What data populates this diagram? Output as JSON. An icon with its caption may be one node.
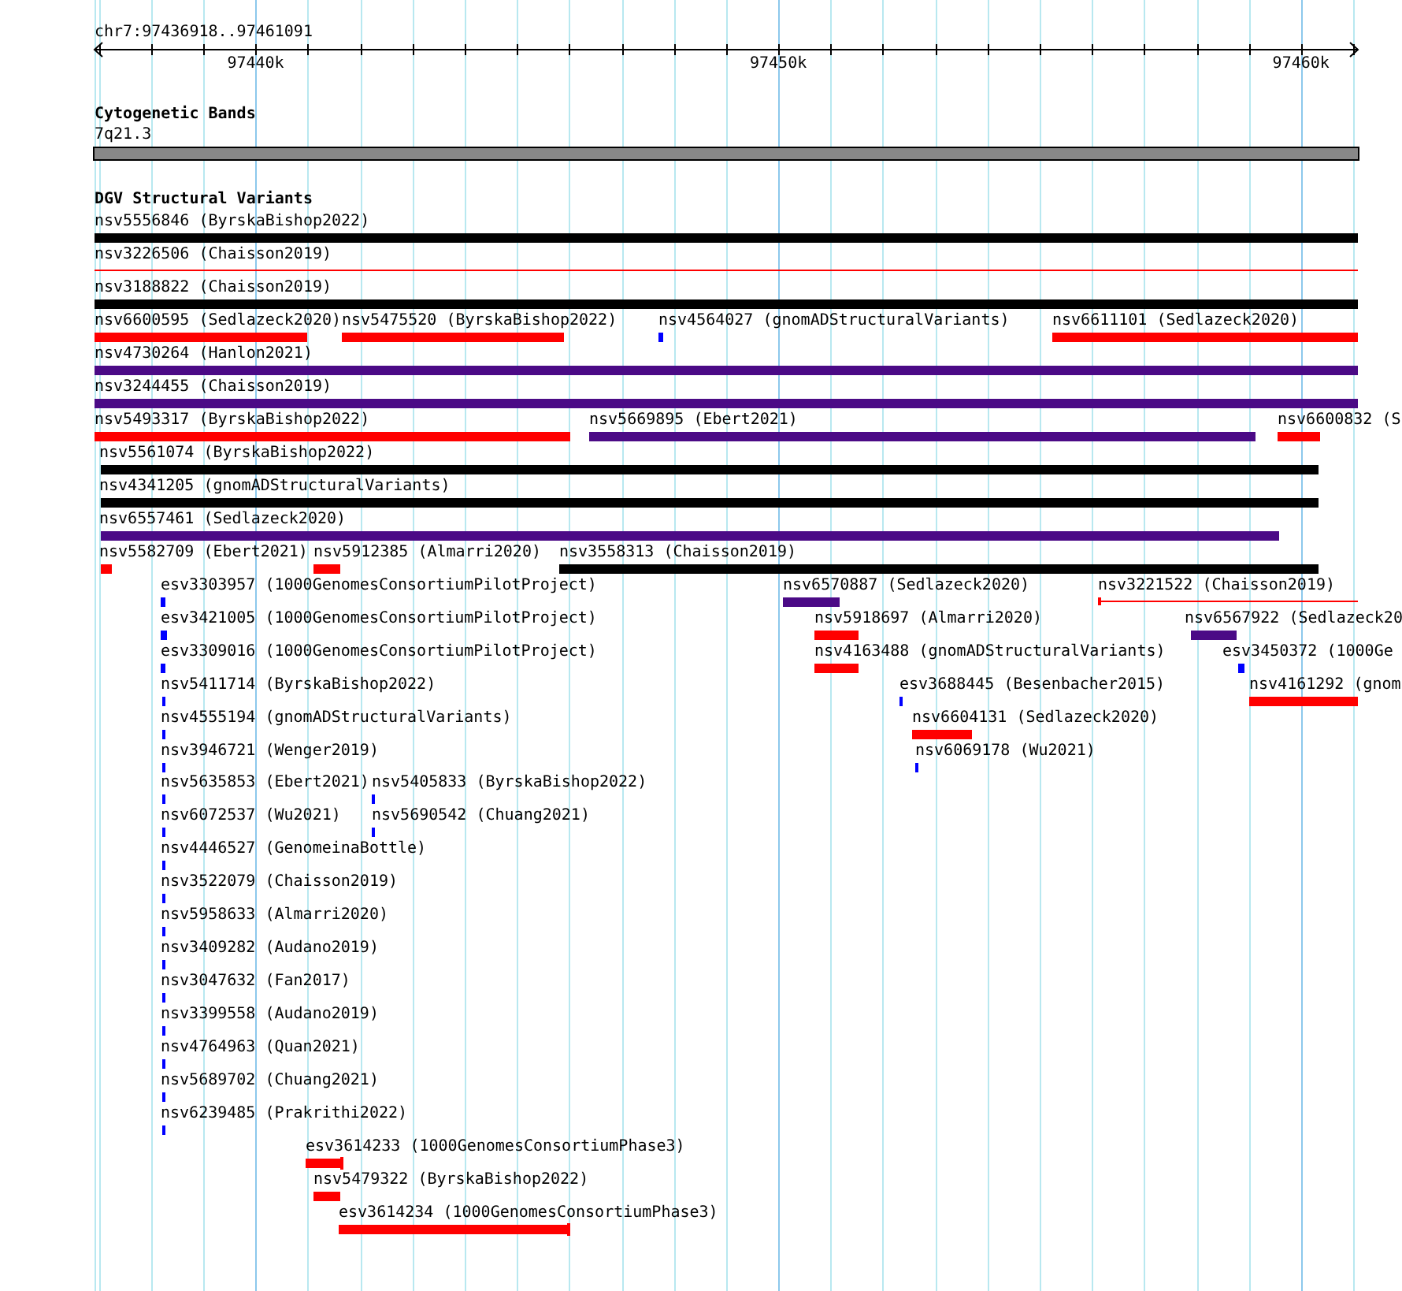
{
  "diagram": {
    "nodes": [
      {
        "text": [
          "7q21.3"
        ]
      },
      {
        "text": [
          "nsv5556846 (ByrskaBishop2022)"
        ]
      },
      {
        "text": [
          "nsv3226506 (Chaisson2019)"
        ]
      },
      {
        "text": [
          "nsv3188822 (Chaisson2019)"
        ]
      },
      {
        "text": [
          "nsv6600595 (Sedlazeck2020)"
        ]
      },
      {
        "text": [
          "nsv5475520 (ByrskaBishop2022)"
        ]
      },
      {
        "text": [
          "nsv4564027 (gnomADStructuralVariants)"
        ]
      },
      {
        "text": [
          "nsv6611101 (Sedlazeck2020)"
        ]
      },
      {
        "text": [
          "nsv4730264 (Hanlon2021)"
        ]
      },
      {
        "text": [
          "nsv3244455 (Chaisson2019)"
        ]
      },
      {
        "text": [
          "nsv5493317 (ByrskaBishop2022)"
        ]
      },
      {
        "text": [
          "nsv5669895 (Ebert2021)"
        ]
      },
      {
        "text": [
          "nsv6600832 (S"
        ]
      },
      {
        "text": [
          "nsv5561074 (ByrskaBishop2022)"
        ]
      },
      {
        "text": [
          "nsv4341205 (gnomADStructuralVariants)"
        ]
      },
      {
        "text": [
          "nsv6557461 (Sedlazeck2020)"
        ]
      },
      {
        "text": [
          "nsv5582709 (Ebert2021)"
        ]
      },
      {
        "text": [
          "nsv5912385 (Almarri2020)"
        ]
      },
      {
        "text": [
          "nsv3558313 (Chaisson2019)"
        ]
      },
      {
        "text": [
          "esv3303957 (1000GenomesConsortiumPilotProject)"
        ]
      },
      {
        "text": [
          "nsv6570887 (Sedlazeck2020)"
        ]
      },
      {
        "text": [
          "nsv3221522 (Chaisson2019)"
        ]
      },
      {
        "text": [
          "esv3421005 (1000GenomesConsortiumPilotProject)"
        ]
      },
      {
        "text": [
          "nsv5918697 (Almarri2020)"
        ]
      },
      {
        "text": [
          "nsv6567922 (Sedlazeck20"
        ]
      },
      {
        "text": [
          "esv3309016 (1000GenomesConsortiumPilotProject)"
        ]
      },
      {
        "text": [
          "nsv4163488 (gnomADStructuralVariants)"
        ]
      },
      {
        "text": [
          "esv3450372 (1000Ge"
        ]
      },
      {
        "text": [
          "nsv5411714 (ByrskaBishop2022)"
        ]
      },
      {
        "text": [
          "esv3688445 (Besenbacher2015)"
        ]
      },
      {
        "text": [
          "nsv4161292 (gnom"
        ]
      },
      {
        "text": [
          "nsv4555194 (gnomADStructuralVariants)"
        ]
      },
      {
        "text": [
          "nsv6604131 (Sedlazeck2020)"
        ]
      },
      {
        "text": [
          "nsv3946721 (Wenger2019)"
        ]
      },
      {
        "text": [
          "nsv6069178 (Wu2021)"
        ]
      },
      {
        "text": [
          "nsv5635853 (Ebert2021)"
        ]
      },
      {
        "text": [
          "nsv5405833 (ByrskaBishop2022)"
        ]
      },
      {
        "text": [
          "nsv6072537 (Wu2021)"
        ]
      },
      {
        "text": [
          "nsv5690542 (Chuang2021)"
        ]
      },
      {
        "text": [
          "nsv4446527 (GenomeinaBottle)"
        ]
      },
      {
        "text": [
          "nsv3522079 (Chaisson2019)"
        ]
      },
      {
        "text": [
          "nsv5958633 (Almarri2020)"
        ]
      },
      {
        "text": [
          "nsv3409282 (Audano2019)"
        ]
      },
      {
        "text": [
          "nsv3047632 (Fan2017)"
        ]
      },
      {
        "text": [
          "nsv3399558 (Audano2019)"
        ]
      },
      {
        "text": [
          "nsv4764963 (Quan2021)"
        ]
      },
      {
        "text": [
          "nsv5689702 (Chuang2021)"
        ]
      },
      {
        "text": [
          "nsv6239485 (Prakrithi2022)"
        ]
      },
      {
        "text": [
          "esv3614233 (1000GenomesConsortiumPhase3)"
        ]
      },
      {
        "text": [
          "nsv5479322 (ByrskaBishop2022)"
        ]
      },
      {
        "text": [
          "esv3614234 (1000GenomesConsortiumPhase3)"
        ]
      }
    ],
    "labels": [
      "chr7:97436918..97461091",
      "97440k",
      "97450k",
      "97460k",
      "Cytogenetic Bands",
      "DGV Structural Variants"
    ]
  }
}
